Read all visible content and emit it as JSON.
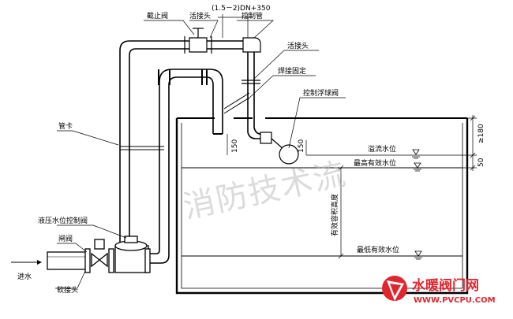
{
  "labels": {
    "stop_valve": "截止阀",
    "union_top": "活接头",
    "dim_top": "(1.5－2)DN+350",
    "control_pipe": "控制管",
    "union_right": "活接头",
    "weld_fixed": "焊接固定",
    "float_valve": "控制浮球阀",
    "pipe_clamp": "管卡",
    "hydraulic_valve": "液压水位控制阀",
    "gate_valve": "闸阀",
    "inlet": "进水",
    "flex_joint": "软接头",
    "overflow_level": "溢流水位",
    "max_level": "最高有效水位",
    "min_level": "最低有效水位",
    "volume_height": "有效容积高度",
    "dim_150_left": "150",
    "dim_150_right": "150",
    "dim_180": "≥180",
    "dim_50": "50"
  },
  "watermark": "消防技术流",
  "logo": {
    "cn": "水暖阀门网",
    "en": "WWW.PVCPU.COM",
    "color": "#e0262f"
  }
}
